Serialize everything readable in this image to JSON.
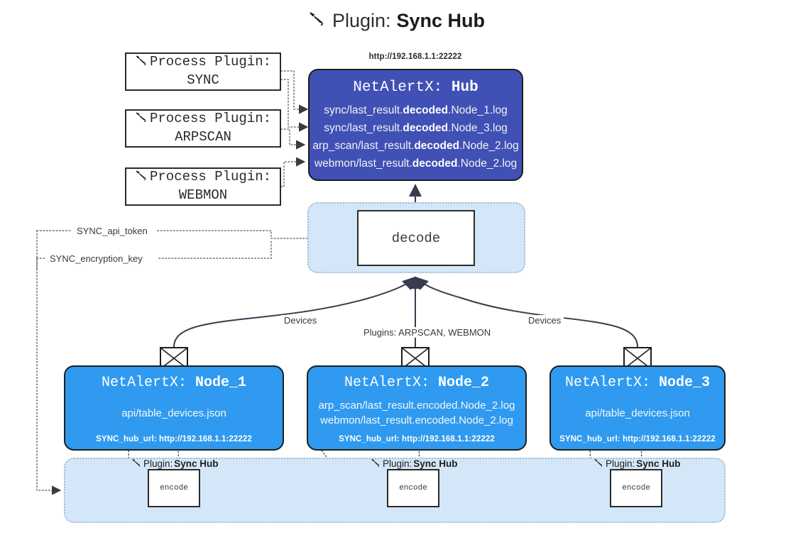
{
  "title": {
    "icon": "plug-icon",
    "prefix": "Plugin:",
    "name": "Sync Hub"
  },
  "process_plugins": [
    {
      "icon": "plug-icon",
      "line1": "Process Plugin:",
      "line2": "SYNC"
    },
    {
      "icon": "plug-icon",
      "line1": "Process Plugin:",
      "line2": "ARPSCAN"
    },
    {
      "icon": "plug-icon",
      "line1": "Process Plugin:",
      "line2": "WEBMON"
    }
  ],
  "hub": {
    "url": "http://192.168.1.1:22222",
    "title_prefix": "NetAlertX:",
    "title_name": "Hub",
    "logs": [
      {
        "pre": "sync/last_result.",
        "bold": "decoded",
        "post": ".Node_1.log"
      },
      {
        "pre": "sync/last_result.",
        "bold": "decoded",
        "post": ".Node_3.log"
      },
      {
        "pre": "arp_scan/last_result.",
        "bold": "decoded",
        "post": ".Node_2.log"
      },
      {
        "pre": "webmon/last_result.",
        "bold": "decoded",
        "post": ".Node_2.log"
      }
    ]
  },
  "decode": {
    "label": "decode"
  },
  "edge_labels": {
    "api_token": "SYNC_api_token",
    "encryption_key": "SYNC_encryption_key",
    "devices_left": "Devices",
    "devices_right": "Devices",
    "plugins_mid": "Plugins: ARPSCAN, WEBMON"
  },
  "nodes": [
    {
      "title_prefix": "NetAlertX:",
      "title_name": "Node_1",
      "lines": [
        "api/table_devices.json"
      ],
      "footer": "SYNC_hub_url: http://192.168.1.1:22222",
      "envelope_icon": "envelope-icon"
    },
    {
      "title_prefix": "NetAlertX:",
      "title_name": "Node_2",
      "lines": [
        "arp_scan/last_result.encoded.Node_2.log",
        "webmon/last_result.encoded.Node_2.log"
      ],
      "footer": "SYNC_hub_url: http://192.168.1.1:22222",
      "envelope_icon": "envelope-icon"
    },
    {
      "title_prefix": "NetAlertX:",
      "title_name": "Node_3",
      "lines": [
        "api/table_devices.json"
      ],
      "footer": "SYNC_hub_url: http://192.168.1.1:22222",
      "envelope_icon": "envelope-icon"
    }
  ],
  "encoders": [
    {
      "icon": "plug-icon",
      "cap_prefix": "Plugin:",
      "cap_name": "Sync Hub",
      "label": "encode"
    },
    {
      "icon": "plug-icon",
      "cap_prefix": "Plugin:",
      "cap_name": "Sync Hub",
      "label": "encode"
    },
    {
      "icon": "plug-icon",
      "cap_prefix": "Plugin:",
      "cap_name": "Sync Hub",
      "label": "encode"
    }
  ],
  "colors": {
    "hub_fill": "#4050b5",
    "node_fill": "#2f9aef",
    "container_fill": "#d4e7f8",
    "container_border": "#9fbcd4",
    "stroke": "#2b2b2b",
    "background": "#ffffff"
  }
}
